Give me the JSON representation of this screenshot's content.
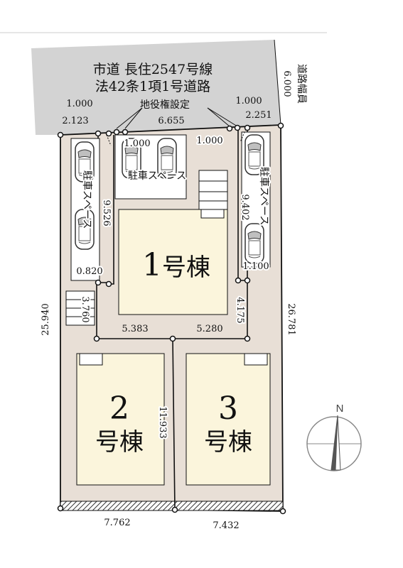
{
  "road": {
    "line1": "市道 長住2547号線",
    "line2": "法42条1項1号道路",
    "width_label": "道路幅員",
    "width_value": "6.000"
  },
  "easement_label": "地役権設定",
  "parking_label": "駐車スペース",
  "dimensions": {
    "top_left_corner": "1.000",
    "top_left": "2.123",
    "top_mid": "6.655",
    "top_right_corner": "1.000",
    "top_right": "2.251",
    "inner_left": "1.000",
    "inner_right": "1.000",
    "left_parking": "9.526",
    "right_parking": "9.402",
    "left_neck": "0.820",
    "right_neck": "1.100",
    "left_mid": "3.760",
    "right_mid": "4.175",
    "mid_left": "5.383",
    "mid_right": "5.280",
    "left_side": "25.940",
    "right_side": "26.781",
    "center_divider": "11.933",
    "bottom_left": "7.762",
    "bottom_right": "7.432"
  },
  "buildings": [
    {
      "number": "1",
      "suffix": "号棟"
    },
    {
      "number": "2",
      "suffix": "号棟"
    },
    {
      "number": "3",
      "suffix": "号棟"
    }
  ],
  "compass": {
    "north": "N"
  },
  "colors": {
    "road": "#d3d3d3",
    "lot": "#e8dfd6",
    "building": "#fbf5dc",
    "line": "#111111"
  }
}
